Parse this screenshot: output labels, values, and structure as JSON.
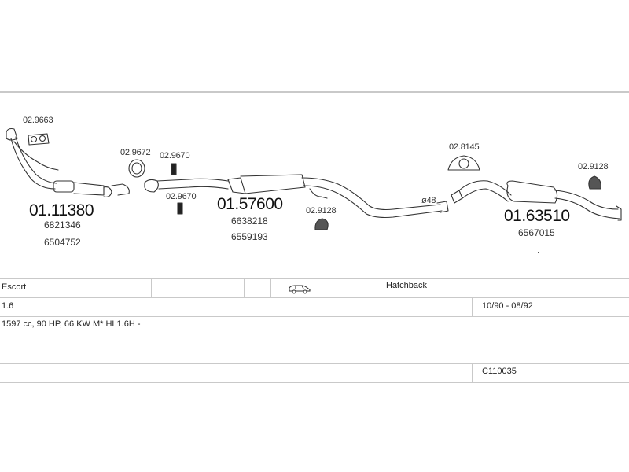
{
  "diagram": {
    "parts": [
      {
        "code": "02.9663"
      },
      {
        "code": "01.11380",
        "oem": [
          "6821346",
          "6504752"
        ]
      },
      {
        "code": "02.9672"
      },
      {
        "code": "02.9670"
      },
      {
        "code": "02.9670"
      },
      {
        "code": "01.57600",
        "oem": [
          "6638218",
          "6559193"
        ]
      },
      {
        "code": "02.9128"
      },
      {
        "code": "02.8145"
      },
      {
        "code": "02.9128"
      },
      {
        "code": "01.63510",
        "oem": [
          "6567015"
        ]
      }
    ],
    "pipe_diameter": "ø48"
  },
  "table": {
    "model": "Escort",
    "body_type": "Hatchback",
    "body_icon": "car-hatchback-icon",
    "engine": "1.6",
    "date_range": "10/90 - 08/92",
    "engine_details": "1597 cc, 90 HP, 66 KW M* HL1.6H -",
    "catalog_code": "C110035"
  }
}
